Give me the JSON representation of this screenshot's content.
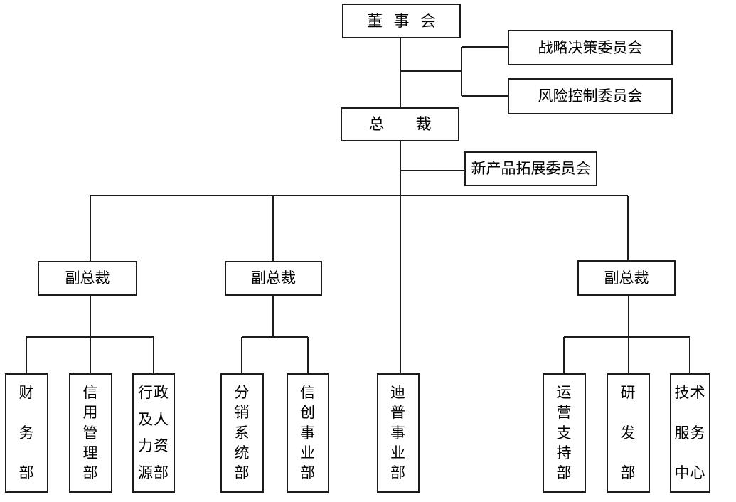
{
  "diagram": {
    "type": "org-chart",
    "colors": {
      "background": "#ffffff",
      "line": "#1c1c1c",
      "box_border": "#1c1c1c",
      "text": "#000000"
    },
    "nodes": {
      "board": {
        "label": "董 事 会"
      },
      "strategy_committee": {
        "label": "战略决策委员会"
      },
      "risk_committee": {
        "label": "风险控制委员会"
      },
      "president": {
        "label": "总　　裁"
      },
      "new_product_committee": {
        "label": "新产品拓展委员会"
      },
      "vp_left": {
        "label": "副总裁"
      },
      "vp_middle": {
        "label": "副总裁"
      },
      "vp_right": {
        "label": "副总裁"
      },
      "finance_dept": {
        "label": "财务部",
        "lines": [
          "财",
          "务",
          "部"
        ]
      },
      "credit_management_dept": {
        "label": "信用管理部",
        "lines": [
          "信",
          "用",
          "管",
          "理",
          "部"
        ]
      },
      "admin_hr_dept": {
        "label": "行政及人力资源部",
        "lines": [
          "行政",
          "及人",
          "力资",
          "源部"
        ]
      },
      "distribution_systems_dept": {
        "label": "分销系统部",
        "lines": [
          "分",
          "销",
          "系",
          "统",
          "部"
        ]
      },
      "xinchuang_business_dept": {
        "label": "信创事业部",
        "lines": [
          "信",
          "创",
          "事",
          "业",
          "部"
        ]
      },
      "dipu_business_dept": {
        "label": "迪普事业部",
        "lines": [
          "迪",
          "普",
          "事",
          "业",
          "部"
        ]
      },
      "operations_support_dept": {
        "label": "运营支持部",
        "lines": [
          "运",
          "营",
          "支",
          "持",
          "部"
        ]
      },
      "rd_dept": {
        "label": "研发部",
        "lines": [
          "研",
          "发",
          "部"
        ]
      },
      "tech_service_center": {
        "label": "技术服务中心",
        "lines": [
          "技术",
          "服务",
          "中心"
        ]
      }
    }
  }
}
